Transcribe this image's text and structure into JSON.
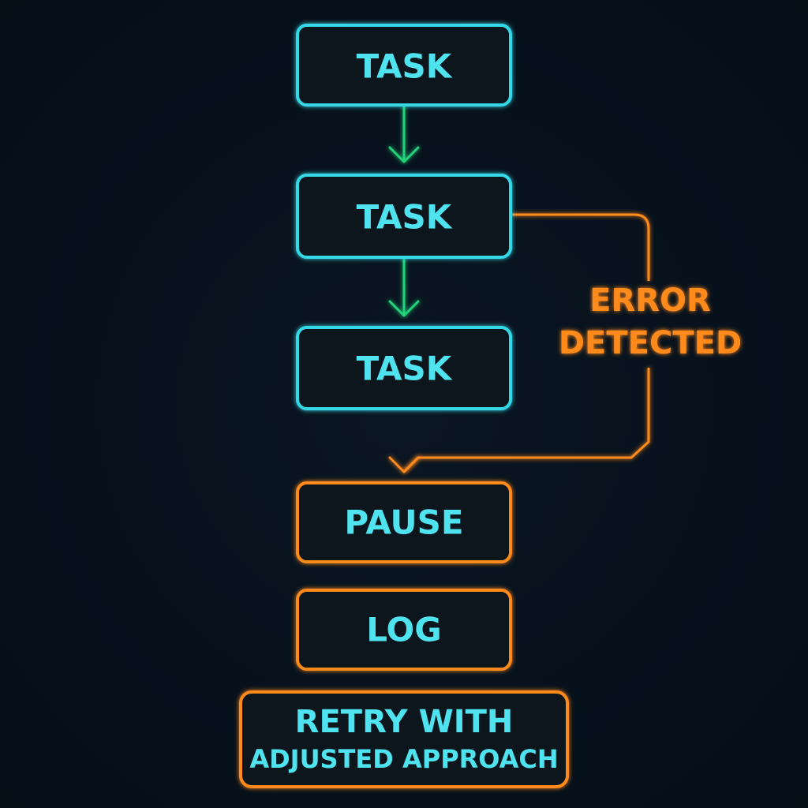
{
  "nodes": {
    "task_1": "TASK",
    "task_2": "TASK",
    "task_3": "TASK",
    "pause": "PAUSE",
    "log": "LOG",
    "retry_line1": "RETRY WITH",
    "retry_line2": "ADJUSTED APPROACH"
  },
  "error_label": {
    "line1": "ERROR",
    "line2": "DETECTED"
  },
  "colors": {
    "background": "#07111d",
    "task_border": "#35d8e6",
    "task_text": "#4fe3f0",
    "flow_arrow": "#22d37a",
    "error_orange": "#ff8a1f"
  }
}
